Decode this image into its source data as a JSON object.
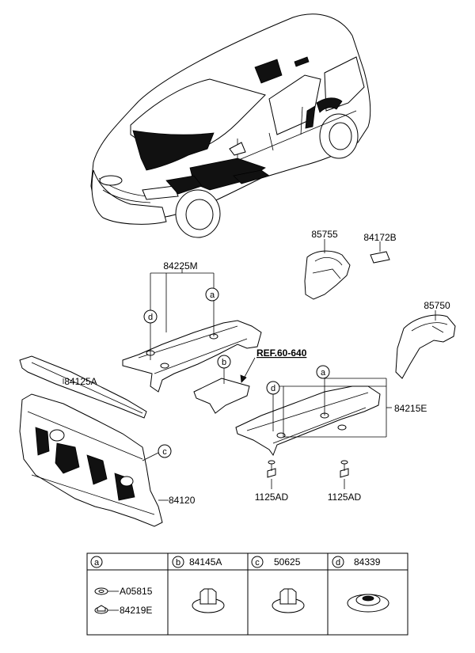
{
  "callouts": {
    "p84225M": "84225M",
    "p85755": "85755",
    "p84172B": "84172B",
    "p85750": "85750",
    "p84125A": "84125A",
    "ref": "REF.60-640",
    "p84215E": "84215E",
    "p84120": "84120",
    "p1125AD_left": "1125AD",
    "p1125AD_right": "1125AD"
  },
  "markers": {
    "a": "a",
    "b": "b",
    "c": "c",
    "d": "d"
  },
  "legend_table": {
    "cells": [
      {
        "letter": "a",
        "part": ""
      },
      {
        "letter": "b",
        "part": "84145A"
      },
      {
        "letter": "c",
        "part": "50625"
      },
      {
        "letter": "d",
        "part": "84339"
      }
    ],
    "a_items": [
      "A05815",
      "84219E"
    ]
  }
}
